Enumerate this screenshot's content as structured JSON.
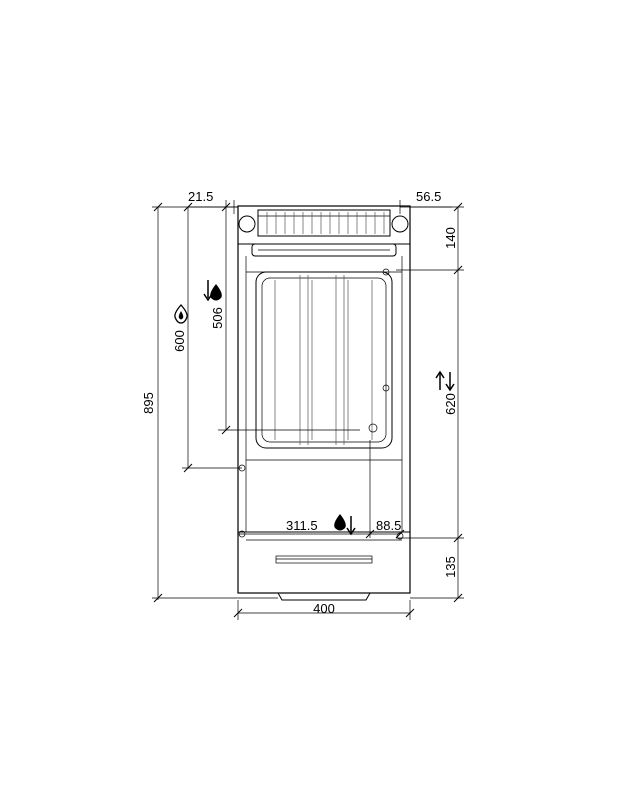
{
  "dimensions": {
    "top_left_offset": "21.5",
    "top_right_offset": "56.5",
    "overall_height": "895",
    "water_inlet_height": "600",
    "drain_height": "506",
    "top_section": "140",
    "middle_section": "620",
    "bottom_section": "135",
    "drain_x_offset": "311.5",
    "drain_right_offset": "88.5",
    "overall_width": "400"
  },
  "icons": [
    "water-inlet-icon",
    "water-drain-icon",
    "electrical-connection-icon",
    "drain-outlet-icon"
  ]
}
